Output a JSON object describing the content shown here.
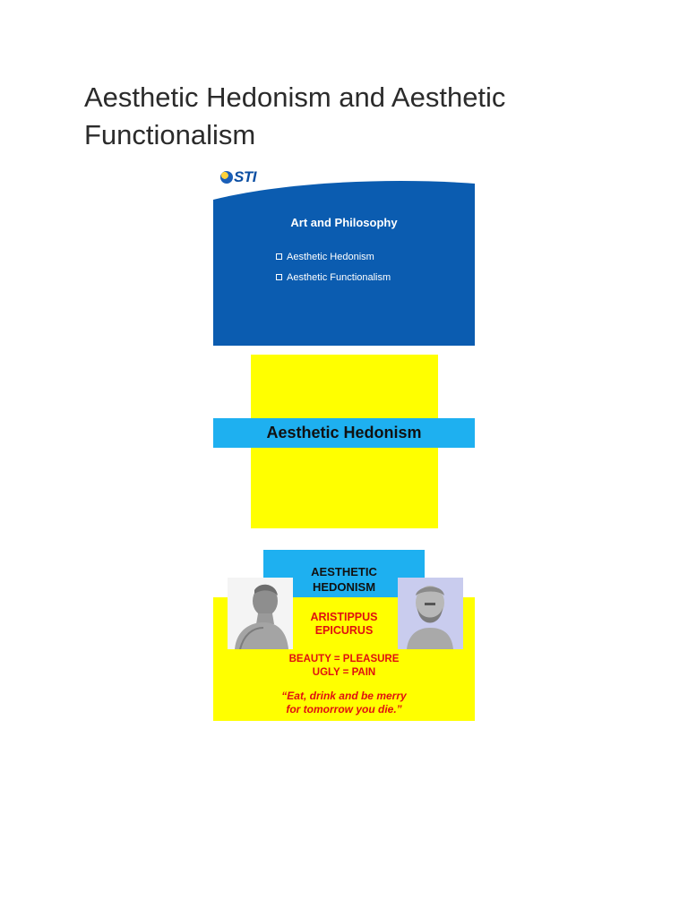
{
  "document": {
    "title": "Aesthetic Hedonism and Aesthetic Functionalism"
  },
  "slide1": {
    "logo_text": "STI",
    "title": "Art and Philosophy",
    "bullets": [
      "Aesthetic Hedonism",
      "Aesthetic Functionalism"
    ],
    "colors": {
      "background": "#0b5cb0",
      "logo": "#0b4ea2"
    }
  },
  "slide2": {
    "title": "Aesthetic Hedonism",
    "colors": {
      "panel": "#ffff00",
      "band": "#1eb0f0"
    }
  },
  "slide3": {
    "heading_line1": "AESTHETIC",
    "heading_line2": "HEDONISM",
    "name1": "ARISTIPPUS",
    "name2": "EPICURUS",
    "equation1": "BEAUTY = PLEASURE",
    "equation2": "UGLY = PAIN",
    "quote_line1": "“Eat, drink and be merry",
    "quote_line2": "for tomorrow you die.”",
    "colors": {
      "panel": "#ffff00",
      "band": "#1eb0f0",
      "text": "#e01010"
    },
    "images": [
      "statue-bust-aristippus",
      "statue-bust-epicurus"
    ]
  }
}
